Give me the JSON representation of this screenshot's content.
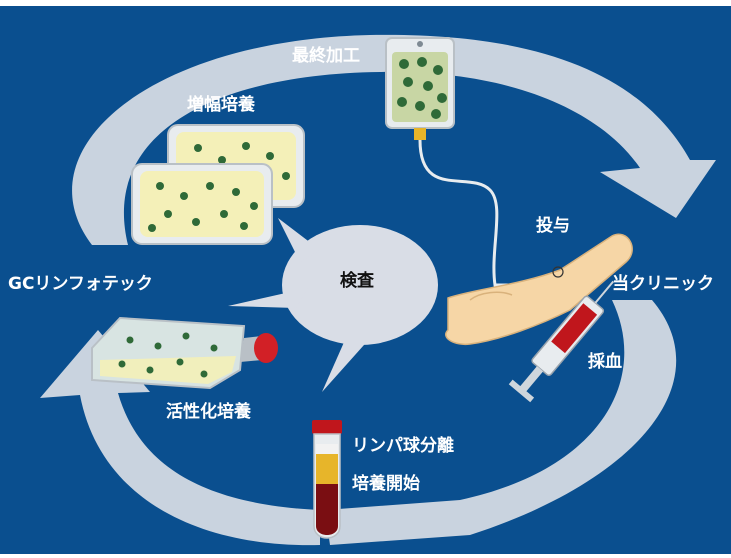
{
  "diagram": {
    "colors": {
      "background": "#0a4f8f",
      "cycle_arrow": "#c9d3df",
      "bubble": "#d9dde6",
      "dish_medium": "#f4f0b8",
      "cell": "#2f6a38",
      "blood": "#7a0e12",
      "plasma": "#e7b52a"
    },
    "labels": {
      "final_processing": "最終加工",
      "expansion_culture": "増幅培養",
      "inspection": "検査",
      "administration": "投与",
      "company": "GCリンフォテック",
      "clinic": "当クリニック",
      "blood_draw": "採血",
      "activation_culture": "活性化培養",
      "lymphocyte_separation": "リンパ球分離",
      "culture_start": "培養開始"
    }
  }
}
